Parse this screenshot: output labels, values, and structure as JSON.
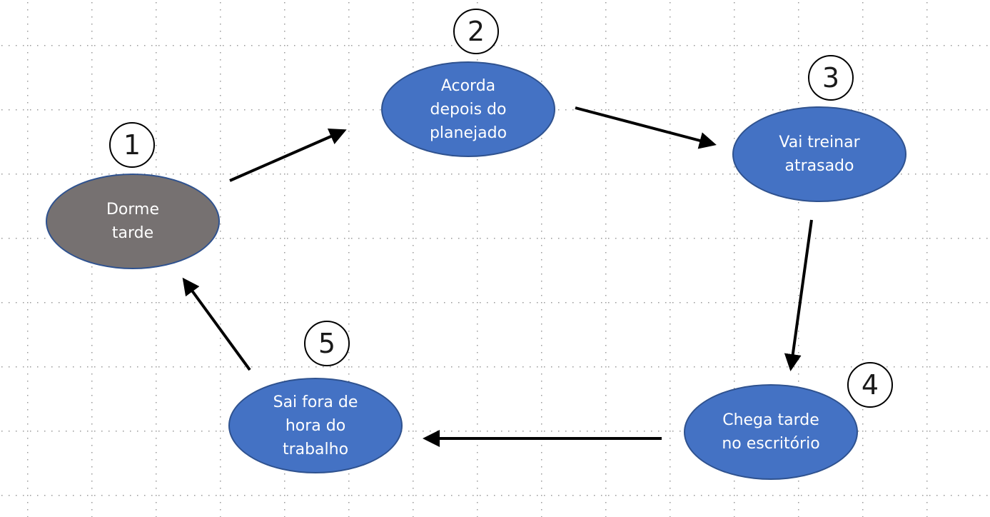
{
  "colors": {
    "node_fill": "#4472c4",
    "node_start_fill": "#767171",
    "node_border": "#2f528f",
    "arrow": "#000000",
    "grid_dot": "#9a9a9a"
  },
  "nodes": [
    {
      "number": "1",
      "label": "Dorme\ntarde"
    },
    {
      "number": "2",
      "label": "Acorda\ndepois do\nplanejado"
    },
    {
      "number": "3",
      "label": "Vai treinar\natrasado"
    },
    {
      "number": "4",
      "label": "Chega tarde\nno escritório"
    },
    {
      "number": "5",
      "label": "Sai fora de\nhora do\ntrabalho"
    }
  ]
}
